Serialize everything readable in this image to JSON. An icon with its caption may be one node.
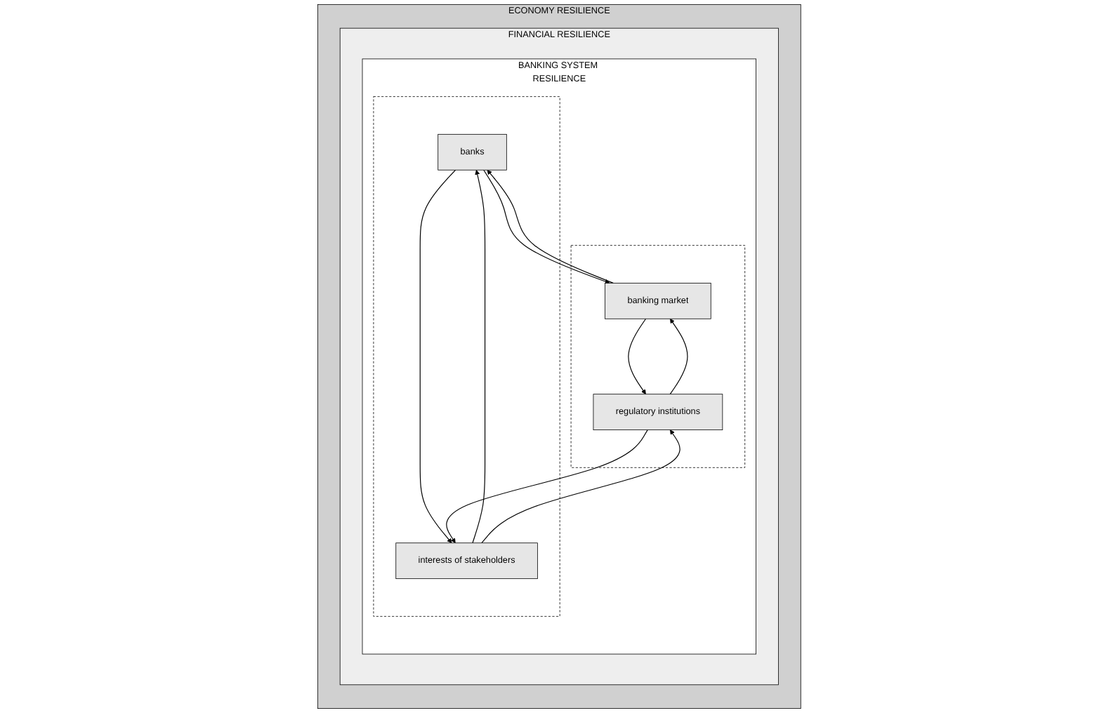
{
  "diagram": {
    "nodes": [
      {
        "text": [
          "ECONOMY RESILIENCE"
        ]
      },
      {
        "text": [
          "FINANCIAL RESILIENCE"
        ],
        "in": 0
      },
      {
        "text": [
          "BANKING SYSTEM RESILIENCE"
        ],
        "in": 1
      },
      {
        "text": [],
        "shape": "box",
        "in": 2
      },
      {
        "text": [],
        "shape": "box",
        "in": 2
      },
      {
        "text": [
          "banking market"
        ],
        "in": 3
      },
      {
        "text": [
          "regulatory institutions"
        ],
        "in": 3
      },
      {
        "text": [
          "banks"
        ],
        "in": 4
      },
      {
        "text": [
          "interests of stakeholders"
        ],
        "in": 4
      }
    ],
    "edges": [
      {
        "from": 5,
        "to": 7,
        "arrow": "to"
      },
      {
        "from": 7,
        "to": 5,
        "arrow": "to"
      },
      {
        "from": 5,
        "to": 6,
        "arrow": "to"
      },
      {
        "from": 6,
        "to": 5,
        "arrow": "to"
      },
      {
        "from": 7,
        "to": 8,
        "arrow": "to"
      },
      {
        "from": 8,
        "to": 7,
        "arrow": "to"
      },
      {
        "from": 6,
        "to": 8,
        "arrow": "to"
      },
      {
        "from": 8,
        "to": 6,
        "arrow": "to"
      }
    ]
  }
}
